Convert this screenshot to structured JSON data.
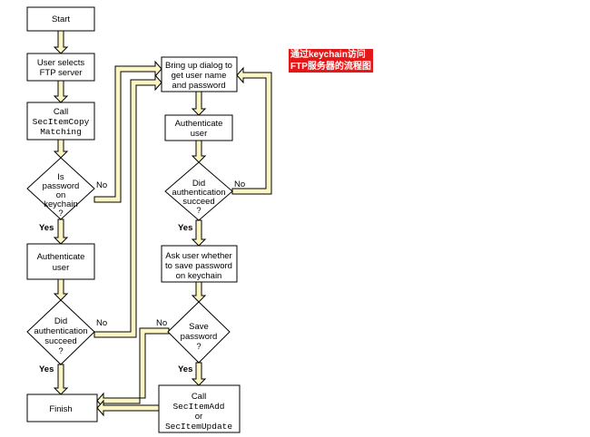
{
  "nodes": {
    "start": {
      "lines": [
        "Start"
      ]
    },
    "user_selects": {
      "lines": [
        "User selects",
        "FTP server"
      ]
    },
    "call_copy": {
      "lines": [
        "Call",
        "SecItemCopy",
        "Matching"
      ]
    },
    "is_password": {
      "lines": [
        "Is",
        "password",
        "on",
        "keychain",
        "?"
      ]
    },
    "authenticate_l": {
      "lines": [
        "Authenticate",
        "user"
      ]
    },
    "did_auth_l": {
      "lines": [
        "Did",
        "authentication",
        "succeed",
        "?"
      ]
    },
    "finish": {
      "lines": [
        "Finish"
      ]
    },
    "bring_up": {
      "lines": [
        "Bring up dialog to",
        "get user name",
        "and password"
      ]
    },
    "authenticate_r": {
      "lines": [
        "Authenticate",
        "user"
      ]
    },
    "did_auth_r": {
      "lines": [
        "Did",
        "authentication",
        "succeed",
        "?"
      ]
    },
    "ask_user": {
      "lines": [
        "Ask user whether",
        "to save password",
        "on keychain"
      ]
    },
    "save_password": {
      "lines": [
        "Save",
        "password",
        "?"
      ]
    },
    "call_add": {
      "lines": [
        "Call",
        "SecItemAdd",
        "or",
        "SecItemUpdate"
      ]
    }
  },
  "edges": {
    "yes": "Yes",
    "no": "No"
  },
  "annotation": {
    "line1": "通过keychain访问",
    "line2": "FTP服务器的流程图"
  },
  "colors": {
    "pipe_fill": "#fbf6c4",
    "annotation_bg": "#e31919"
  }
}
